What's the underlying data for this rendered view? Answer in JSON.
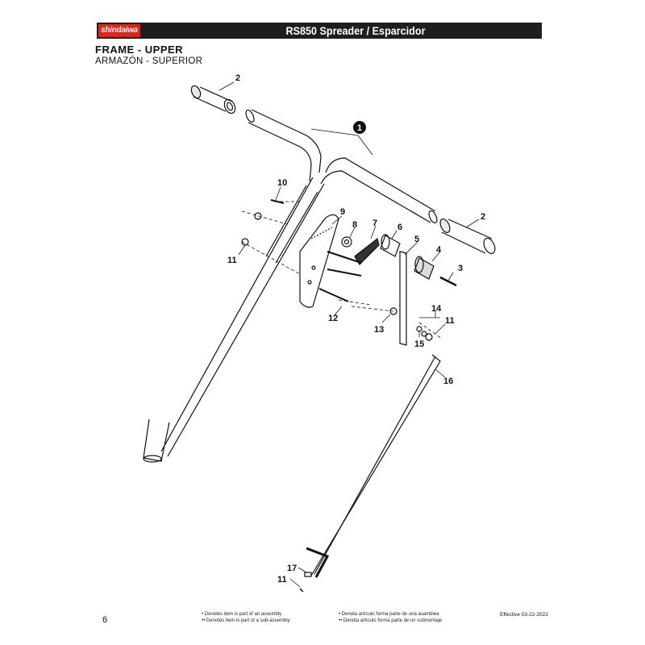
{
  "header": {
    "brand": "shindaiwa",
    "title": "RS850 Spreader / Esparcidor"
  },
  "section": {
    "title": "FRAME - UPPER",
    "subtitle": "ARMAZÓN - SUPERIOR"
  },
  "callouts": {
    "c1": "1",
    "c2a": "2",
    "c2b": "2",
    "c3": "3",
    "c4": "4",
    "c5": "5",
    "c6": "6",
    "c7": "7",
    "c8": "8",
    "c9": "9",
    "c10": "10",
    "c11a": "11",
    "c11b": "11",
    "c11c": "11",
    "c12": "12",
    "c13": "13",
    "c14": "14",
    "c15": "15",
    "c16": "16",
    "c17": "17"
  },
  "footer": {
    "page_number": "6",
    "en_line1": "• Denotes item is part of an assembly",
    "en_line2": "•• Denotes item is part of a sub-assembly",
    "es_line1": "• Denota artículo forma parte de una asamblea",
    "es_line2": "•• Denota artículo forma parte de un submontaje",
    "effective": "Effective 03-22-2022"
  }
}
